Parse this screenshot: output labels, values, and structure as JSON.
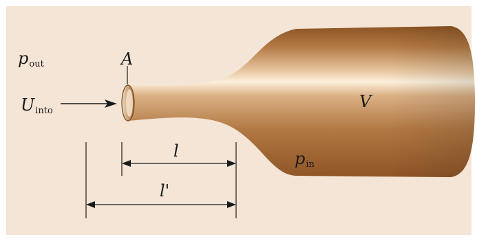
{
  "labels": {
    "p_out": {
      "main": "p",
      "sub": "out"
    },
    "area": "A",
    "u_into": {
      "main": "U",
      "sub": "into"
    },
    "volume": "V",
    "p_in": {
      "main": "p",
      "sub": "in"
    },
    "neck_length": "l",
    "effective_length": "l'"
  },
  "colors": {
    "background": "#f4e5d6",
    "body_dark": "#8a5222",
    "body_mid": "#b9824c",
    "body_light": "#f5dcbc",
    "line": "#1a1a1a"
  }
}
